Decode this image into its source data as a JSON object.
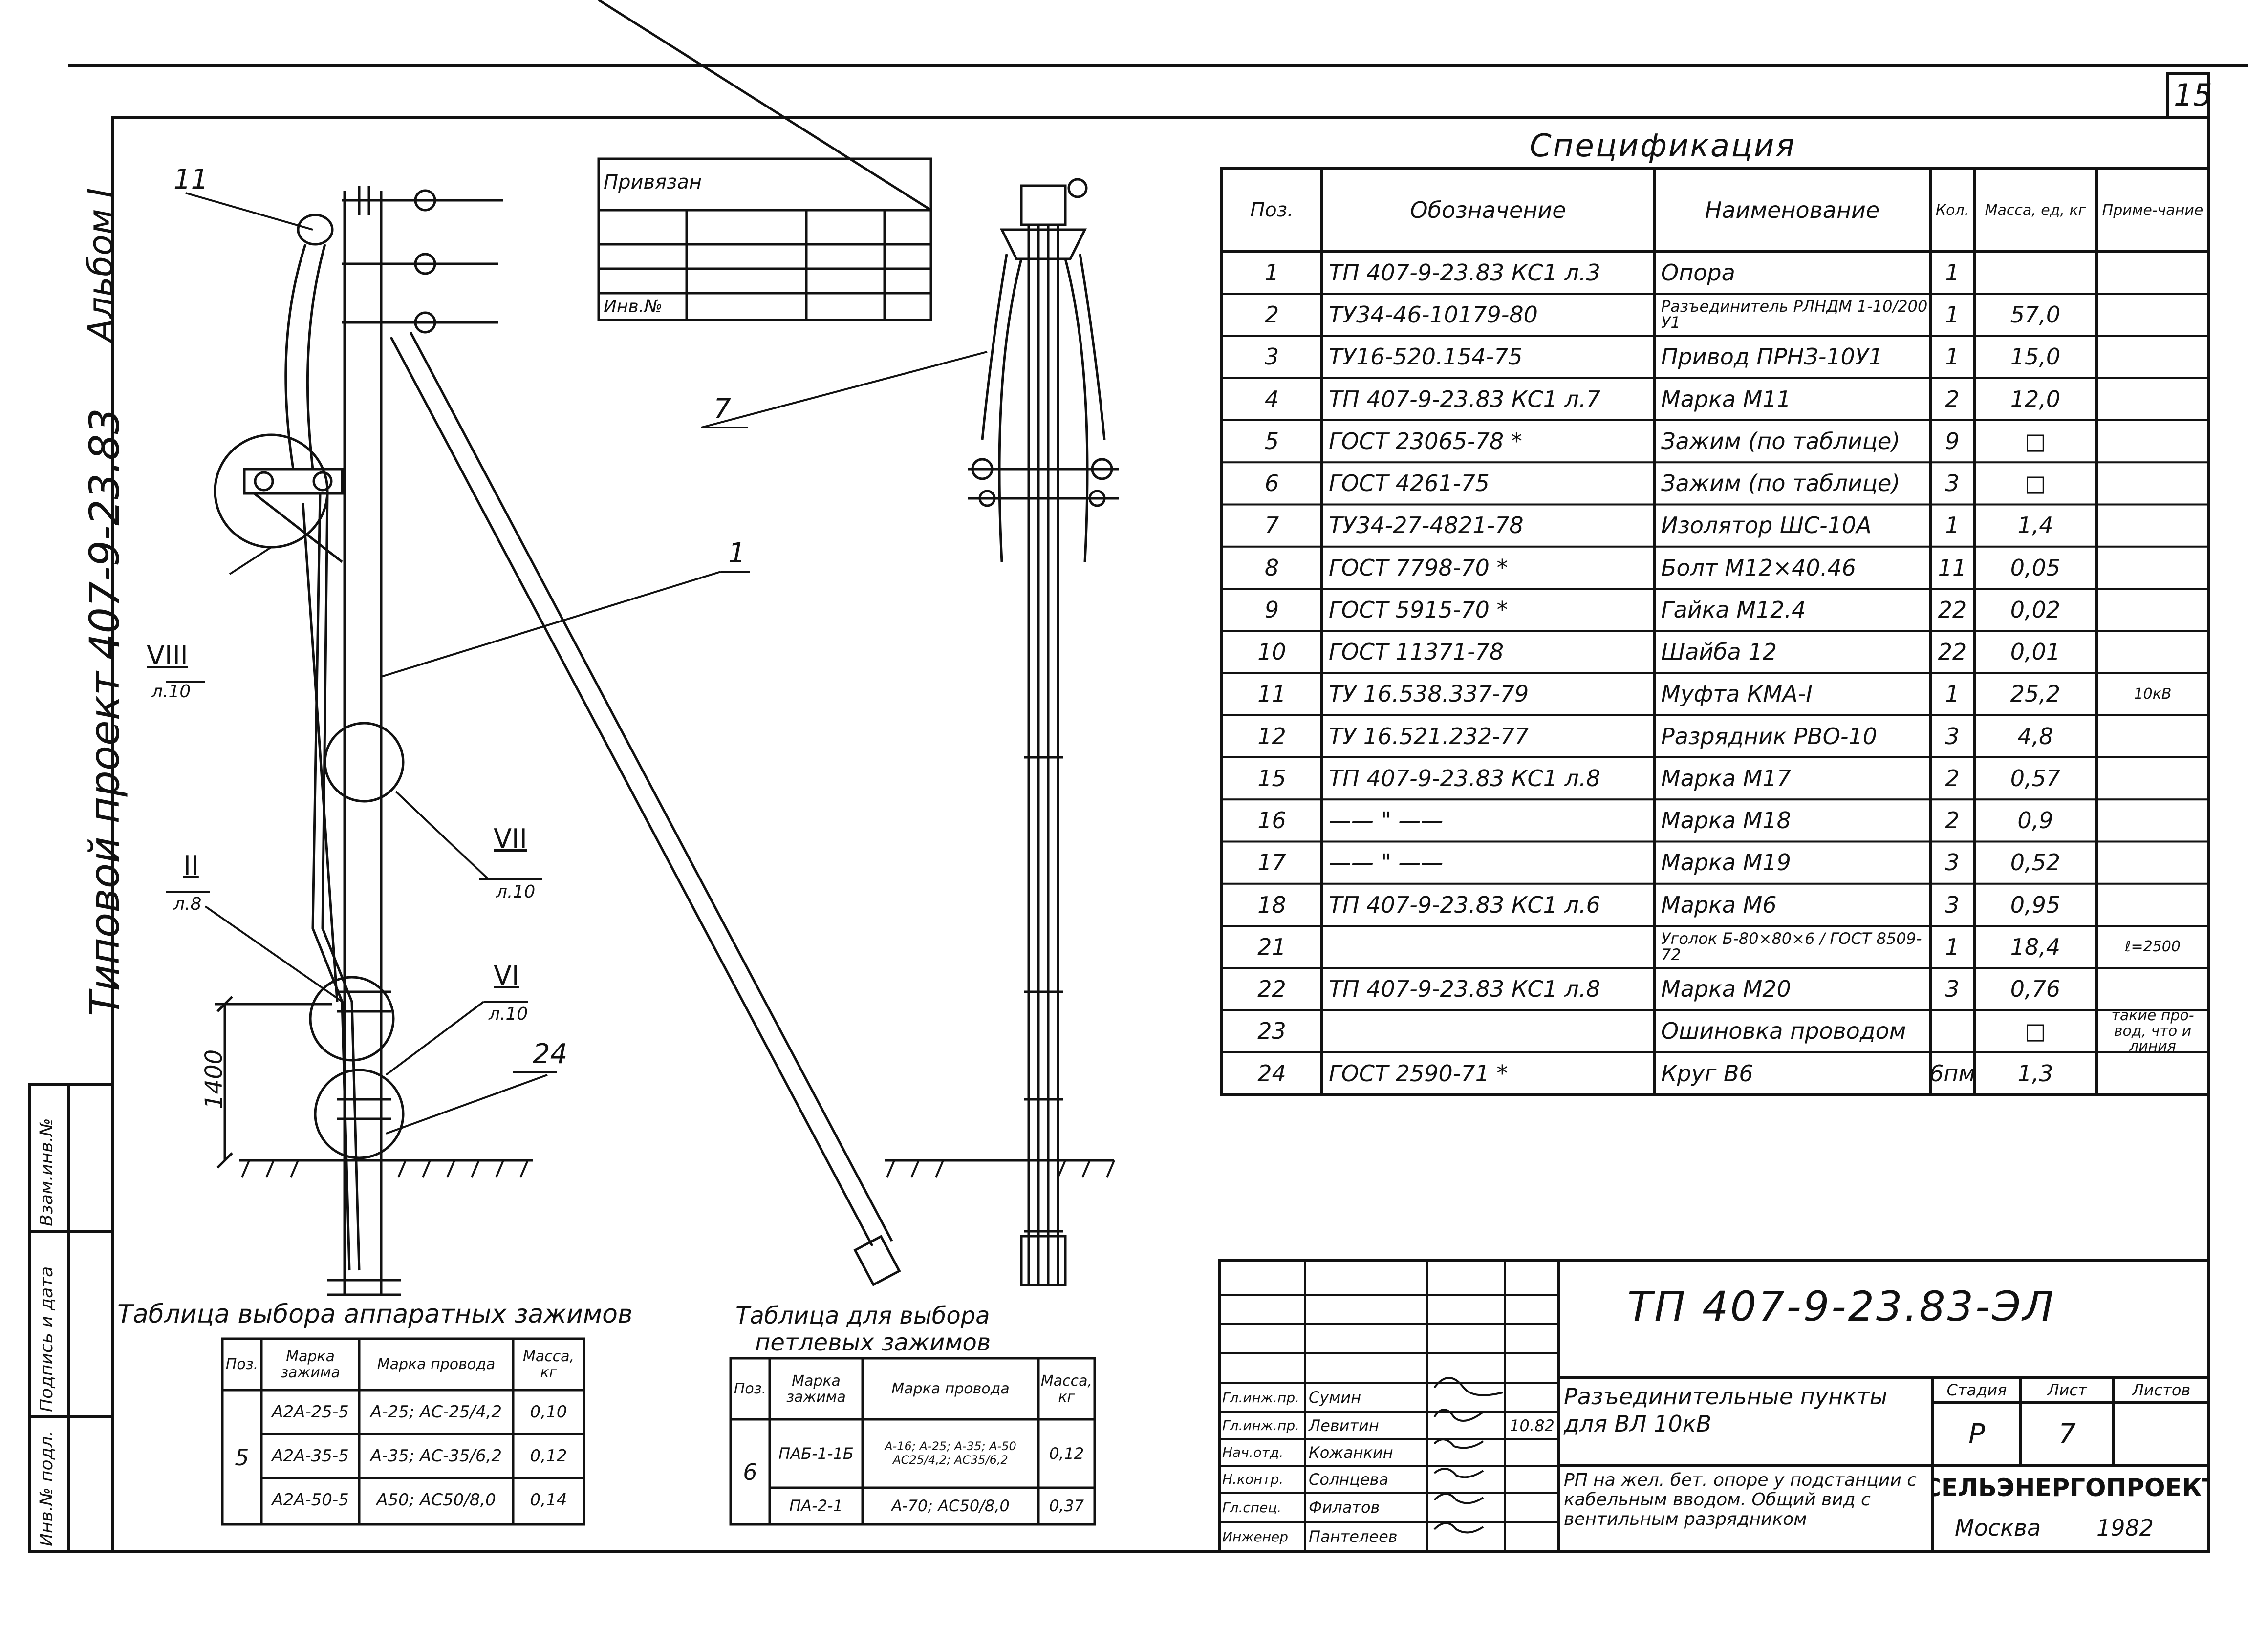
{
  "page_number": "15",
  "side_stamp": {
    "album": "Альбом I",
    "project": "407-9-23.83",
    "typical": "Типовой проект"
  },
  "left_margin": {
    "inv_podl": "Инв.№ подл.",
    "podpis": "Подпись и дата",
    "vzam": "Взам.инв.№"
  },
  "bindings_table": {
    "title": "Привязан",
    "inv_label": "Инв.№"
  },
  "callouts": {
    "c11": "11",
    "c7": "7",
    "c1": "1",
    "c24": "24",
    "viii": "VIII",
    "viii_sheet": "л.10",
    "vii": "VII",
    "vii_sheet": "л.10",
    "ii": "II",
    "ii_sheet": "л.8",
    "vi": "VI",
    "vi_sheet": "л.10",
    "dim_1400": "1400"
  },
  "specification": {
    "title": "Спецификация",
    "headers": [
      "Поз.",
      "Обозначение",
      "Наименование",
      "Кол.",
      "Масса, ед, кг",
      "Приме-чание"
    ],
    "rows": [
      [
        "1",
        "ТП 407-9-23.83 КС1 л.3",
        "Опора",
        "1",
        "",
        ""
      ],
      [
        "2",
        "ТУ34-46-10179-80",
        "Разъединитель РЛНДМ 1-10/200 У1",
        "1",
        "57,0",
        ""
      ],
      [
        "3",
        "ТУ16-520.154-75",
        "Привод ПРНЗ-10У1",
        "1",
        "15,0",
        ""
      ],
      [
        "4",
        "ТП 407-9-23.83 КС1 л.7",
        "Марка М11",
        "2",
        "12,0",
        ""
      ],
      [
        "5",
        "ГОСТ 23065-78 *",
        "Зажим (по таблице)",
        "9",
        "□",
        ""
      ],
      [
        "6",
        "ГОСТ 4261-75",
        "Зажим (по таблице)",
        "3",
        "□",
        ""
      ],
      [
        "7",
        "ТУ34-27-4821-78",
        "Изолятор ШС-10А",
        "1",
        "1,4",
        ""
      ],
      [
        "8",
        "ГОСТ 7798-70 *",
        "Болт М12×40.46",
        "11",
        "0,05",
        ""
      ],
      [
        "9",
        "ГОСТ 5915-70 *",
        "Гайка М12.4",
        "22",
        "0,02",
        ""
      ],
      [
        "10",
        "ГОСТ 11371-78",
        "Шайба 12",
        "22",
        "0,01",
        ""
      ],
      [
        "11",
        "ТУ 16.538.337-79",
        "Муфта КМА-I",
        "1",
        "25,2",
        "10кВ"
      ],
      [
        "12",
        "ТУ 16.521.232-77",
        "Разрядник РВО-10",
        "3",
        "4,8",
        ""
      ],
      [
        "15",
        "ТП 407-9-23.83 КС1 л.8",
        "Марка М17",
        "2",
        "0,57",
        ""
      ],
      [
        "16",
        "—— \" ——",
        "Марка М18",
        "2",
        "0,9",
        ""
      ],
      [
        "17",
        "—— \" ——",
        "Марка М19",
        "3",
        "0,52",
        ""
      ],
      [
        "18",
        "ТП 407-9-23.83 КС1 л.6",
        "Марка М6",
        "3",
        "0,95",
        ""
      ],
      [
        "21",
        "",
        "Уголок  Б-80×80×6 / ГОСТ 8509-72",
        "1",
        "18,4",
        "ℓ=2500"
      ],
      [
        "22",
        "ТП 407-9-23.83 КС1 л.8",
        "Марка М20",
        "3",
        "0,76",
        ""
      ],
      [
        "23",
        "",
        "Ошиновка проводом",
        "",
        "□",
        "такие про-вод, что и линия"
      ],
      [
        "24",
        "ГОСТ 2590-71 *",
        "Круг В6",
        "6пм",
        "1,3",
        ""
      ]
    ]
  },
  "table_apparatus": {
    "title": "Таблица выбора аппаратных зажимов",
    "headers": [
      "Поз.",
      "Марка зажима",
      "Марка провода",
      "Масса, кг"
    ],
    "pos": "5",
    "rows": [
      [
        "А2А-25-5",
        "А-25; АС-25/4,2",
        "0,10"
      ],
      [
        "А2А-35-5",
        "А-35; АС-35/6,2",
        "0,12"
      ],
      [
        "А2А-50-5",
        "А50; АС50/8,0",
        "0,14"
      ]
    ]
  },
  "table_loop": {
    "title_line1": "Таблица для выбора",
    "title_line2": "петлевых зажимов",
    "headers": [
      "Поз.",
      "Марка зажима",
      "Марка провода",
      "Масса, кг"
    ],
    "pos": "6",
    "rows": [
      [
        "ПАБ-1-1Б",
        "А-16; А-25; А-35; А-50 АС25/4,2; АС35/6,2",
        "0,12"
      ],
      [
        "ПА-2-1",
        "А-70; АС50/8,0",
        "0,37"
      ]
    ]
  },
  "title_block": {
    "doc_code": "ТП 407-9-23.83-ЭЛ",
    "title": "Разъединительные пункты для ВЛ 10кВ",
    "subtitle": "РП на жел. бет. опоре у подстанции с кабельным вводом. Общий вид с вентильным разрядником",
    "stage_label": "Стадия",
    "sheet_label": "Лист",
    "sheets_label": "Листов",
    "stage": "Р",
    "sheet": "7",
    "sheets": "",
    "org": "СЕЛЬЭНЕРГОПРОЕКТ",
    "city": "Москва",
    "year": "1982",
    "date": "10.82",
    "people": [
      [
        "Гл.инж.пр.",
        "Сумин"
      ],
      [
        "Гл.инж.пр.",
        "Левитин"
      ],
      [
        "Нач.отд.",
        "Кожанкин"
      ],
      [
        "Н.контр.",
        "Солнцева"
      ],
      [
        "Гл.спец.",
        "Филатов"
      ],
      [
        "Инженер",
        "Пантелеев"
      ]
    ]
  }
}
